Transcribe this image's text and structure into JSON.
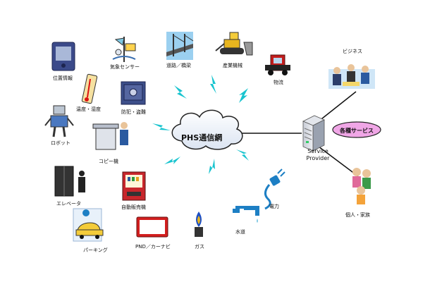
{
  "network": {
    "label": "PHS通信網"
  },
  "provider": {
    "line1": "Service",
    "line2": "Provider"
  },
  "service": {
    "label": "各種サービス"
  },
  "nodes": {
    "location": "位置情報",
    "weather_sensor": "気象センサー",
    "road_bridge": "道路／橋梁",
    "industrial": "産業機械",
    "logistics": "物流",
    "business": "ビジネス",
    "temp_humidity": "温度・湿度",
    "security": "防犯・盗難",
    "robot": "ロボット",
    "copier": "コピー機",
    "elevator": "エレベータ",
    "vending": "自動販売機",
    "power": "電力",
    "water": "水道",
    "gas": "ガス",
    "pnd": "PND／カーナビ",
    "parking": "パーキング",
    "family": "個人・家族"
  },
  "colors": {
    "bolt": "#19c4cf",
    "service_fill": "#f0a6e6",
    "pnd_red": "#d21e1e"
  }
}
